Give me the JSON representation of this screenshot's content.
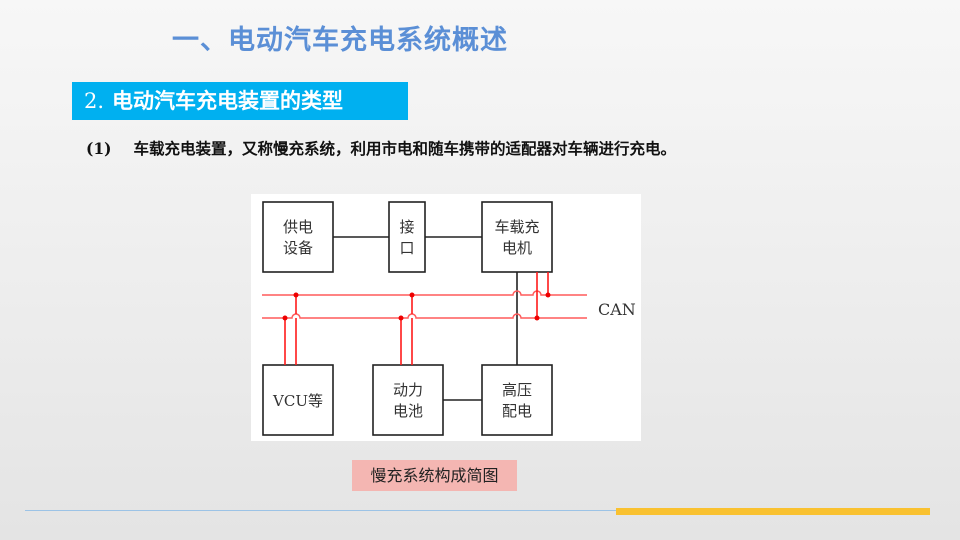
{
  "header": {
    "title": "一、电动汽车充电系统概述"
  },
  "section": {
    "number": "2.",
    "title": "电动汽车充电装置的类型"
  },
  "point": {
    "number": "(1)",
    "text": "车载充电装置，又称慢充系统，利用市电和随车携带的适配器对车辆进行充电。"
  },
  "diagram": {
    "supply": [
      "供电",
      "设备"
    ],
    "port": [
      "接",
      "口"
    ],
    "charger": [
      "车载充",
      "电机"
    ],
    "vcu": "VCU等",
    "battery": [
      "动力",
      "电池"
    ],
    "hv": [
      "高压",
      "配电"
    ],
    "can_label": "CAN",
    "caption": "慢充系统构成简图"
  },
  "colors": {
    "accent": "#00b0f0",
    "title": "#5b8fd6",
    "can": "#ff0000",
    "caption_bg": "#f4b6b2",
    "footer_bar": "#f9c130"
  }
}
